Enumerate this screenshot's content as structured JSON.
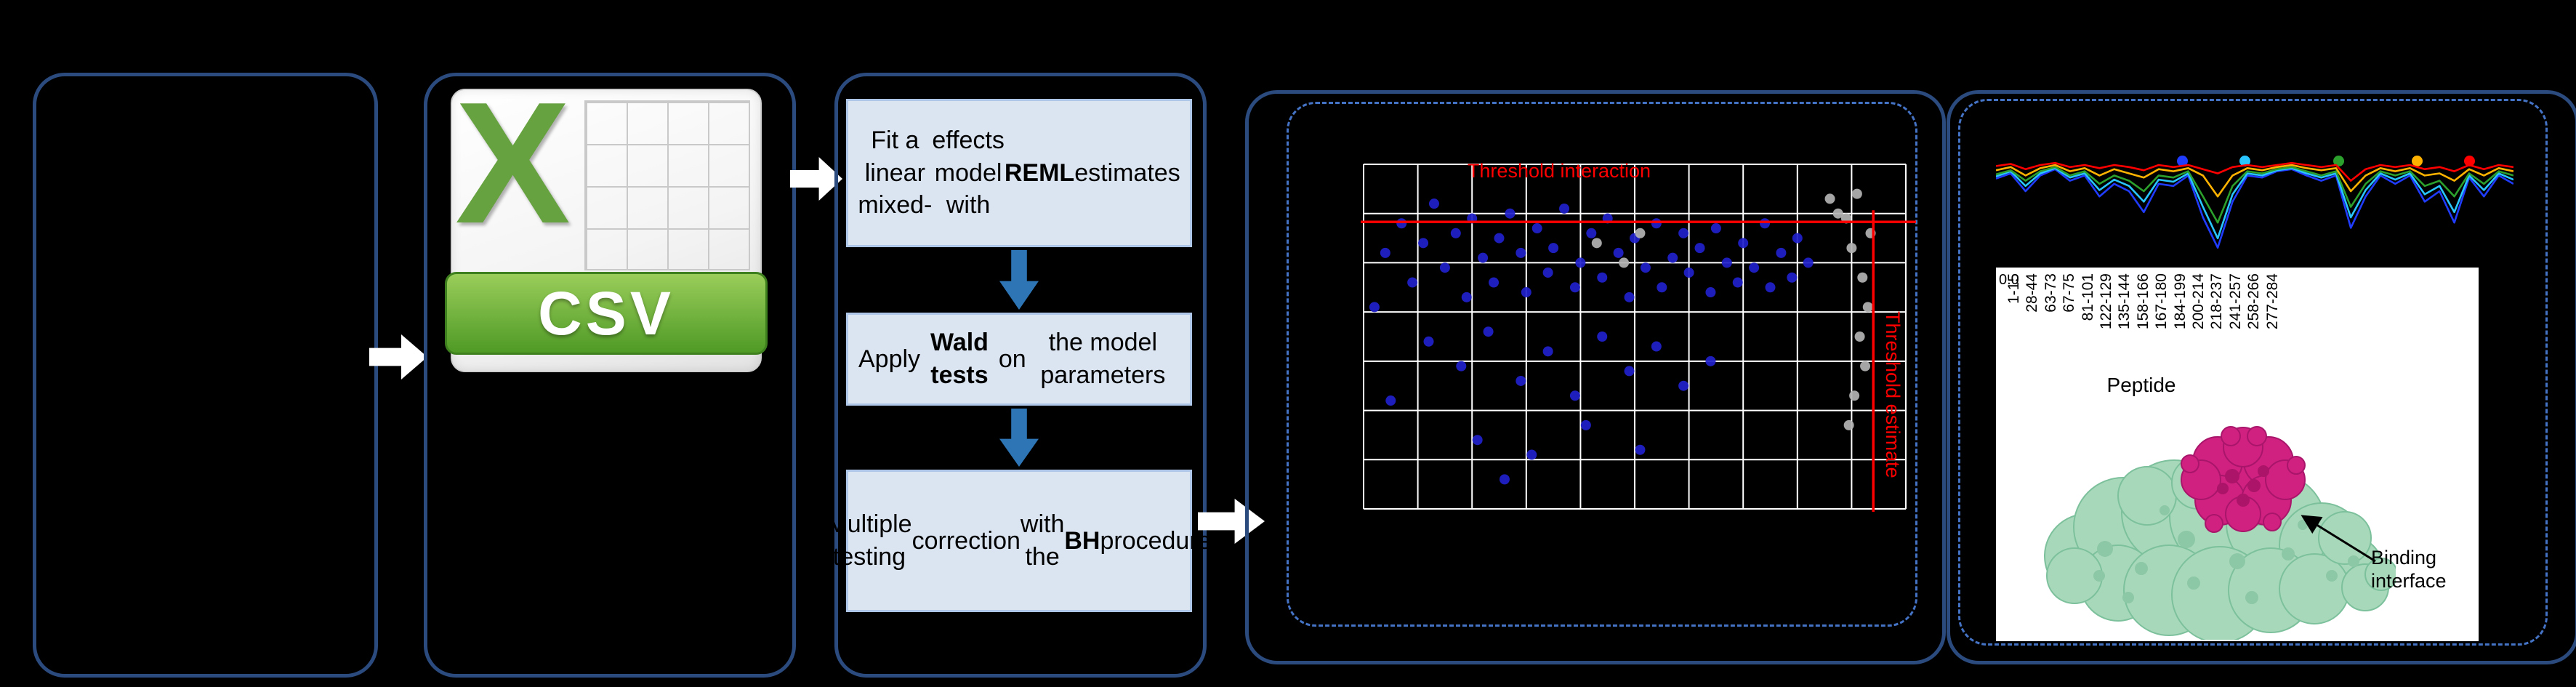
{
  "figure": {
    "csv_icon": {
      "letter": "X",
      "banner": "CSV"
    },
    "steps": [
      {
        "segments": [
          {
            "t": "Fit a linear mixed-"
          },
          {
            "br": true
          },
          {
            "t": "effects model with"
          },
          {
            "br": true
          },
          {
            "t": "REML",
            "b": true
          },
          {
            "t": " estimates"
          }
        ]
      },
      {
        "segments": [
          {
            "t": "Apply "
          },
          {
            "t": "Wald tests",
            "b": true
          },
          {
            "t": " on"
          },
          {
            "br": true
          },
          {
            "t": "the model parameters"
          }
        ]
      },
      {
        "segments": [
          {
            "t": "Multiple testing"
          },
          {
            "br": true
          },
          {
            "t": "correction"
          },
          {
            "br": true
          },
          {
            "t": "with the "
          },
          {
            "t": "BH",
            "b": true
          },
          {
            "t": " procedure"
          }
        ]
      }
    ],
    "binding_label": "Binding interface"
  },
  "chart_data": [
    {
      "type": "scatter",
      "title": "",
      "xlim": [
        0,
        10
      ],
      "ylim": [
        0,
        7
      ],
      "grid": true,
      "background": "#000000",
      "grid_color": "#ffffff",
      "series": [
        {
          "name": "blue_points",
          "color": "#2121cc",
          "points": [
            [
              0.2,
              4.1
            ],
            [
              0.4,
              5.2
            ],
            [
              0.7,
              5.8
            ],
            [
              0.9,
              4.6
            ],
            [
              1.1,
              5.4
            ],
            [
              1.3,
              6.2
            ],
            [
              1.5,
              4.9
            ],
            [
              1.7,
              5.6
            ],
            [
              1.9,
              4.3
            ],
            [
              2.0,
              5.9
            ],
            [
              2.2,
              5.1
            ],
            [
              2.4,
              4.6
            ],
            [
              2.5,
              5.5
            ],
            [
              2.7,
              6.0
            ],
            [
              2.9,
              5.2
            ],
            [
              3.0,
              4.4
            ],
            [
              3.2,
              5.7
            ],
            [
              3.4,
              4.8
            ],
            [
              3.5,
              5.3
            ],
            [
              3.7,
              6.1
            ],
            [
              3.9,
              4.5
            ],
            [
              4.0,
              5.0
            ],
            [
              4.2,
              5.6
            ],
            [
              4.4,
              4.7
            ],
            [
              4.5,
              5.9
            ],
            [
              4.7,
              5.2
            ],
            [
              4.9,
              4.3
            ],
            [
              5.0,
              5.5
            ],
            [
              5.2,
              4.9
            ],
            [
              5.4,
              5.8
            ],
            [
              5.5,
              4.5
            ],
            [
              5.7,
              5.1
            ],
            [
              5.9,
              5.6
            ],
            [
              6.0,
              4.8
            ],
            [
              6.2,
              5.3
            ],
            [
              6.4,
              4.4
            ],
            [
              6.5,
              5.7
            ],
            [
              6.7,
              5.0
            ],
            [
              6.9,
              4.6
            ],
            [
              7.0,
              5.4
            ],
            [
              7.2,
              4.9
            ],
            [
              7.4,
              5.8
            ],
            [
              7.5,
              4.5
            ],
            [
              7.7,
              5.2
            ],
            [
              7.9,
              4.7
            ],
            [
              8.0,
              5.5
            ],
            [
              8.2,
              5.0
            ],
            [
              1.2,
              3.4
            ],
            [
              1.8,
              2.9
            ],
            [
              2.3,
              3.6
            ],
            [
              2.9,
              2.6
            ],
            [
              3.4,
              3.2
            ],
            [
              3.9,
              2.3
            ],
            [
              4.4,
              3.5
            ],
            [
              4.9,
              2.8
            ],
            [
              5.4,
              3.3
            ],
            [
              5.9,
              2.5
            ],
            [
              6.4,
              3.0
            ],
            [
              2.1,
              1.4
            ],
            [
              3.1,
              1.1
            ],
            [
              4.1,
              1.7
            ],
            [
              5.1,
              1.2
            ],
            [
              2.6,
              0.6
            ],
            [
              0.5,
              2.2
            ]
          ]
        },
        {
          "name": "gray_points",
          "color": "#b3b3b3",
          "points": [
            [
              4.3,
              5.4
            ],
            [
              4.8,
              5.0
            ],
            [
              5.1,
              5.6
            ],
            [
              8.6,
              6.3
            ],
            [
              8.9,
              5.9
            ],
            [
              9.1,
              6.4
            ],
            [
              9.0,
              5.3
            ],
            [
              9.2,
              4.7
            ],
            [
              9.3,
              4.1
            ],
            [
              9.15,
              3.5
            ],
            [
              9.25,
              2.9
            ],
            [
              9.05,
              2.3
            ],
            [
              8.95,
              1.7
            ],
            [
              9.35,
              5.6
            ],
            [
              8.75,
              6.0
            ]
          ]
        }
      ],
      "thresholds": {
        "interaction_y": 5.83,
        "estimate_x": 9.4,
        "color": "#ff0000"
      },
      "annotations": [
        {
          "text": "Threshold interaction",
          "color": "#ff0000",
          "position": "top"
        },
        {
          "text": "Threshold estimate",
          "color": "#ff0000",
          "position": "right-vertical"
        }
      ]
    },
    {
      "type": "line",
      "title": "",
      "xlabel": "Peptide",
      "ylim": [
        0,
        1
      ],
      "y_ticks": [
        "0.0"
      ],
      "categories": [
        "1-15",
        "28-44",
        "63-73",
        "67-75",
        "81-101",
        "122-129",
        "135-144",
        "158-166",
        "167-180",
        "184-199",
        "200-214",
        "218-237",
        "241-257",
        "258-266",
        "277-284"
      ],
      "legend_markers": [
        "#1f3cff",
        "#29c5ff",
        "#2ca02c",
        "#ffb300",
        "#ff0000"
      ],
      "series": [
        {
          "name": "blue",
          "color": "#1f3cff",
          "values": [
            0.78,
            0.83,
            0.66,
            0.81,
            0.87,
            0.76,
            0.81,
            0.61,
            0.73,
            0.66,
            0.46,
            0.73,
            0.71,
            0.81,
            0.41,
            0.12,
            0.56,
            0.81,
            0.79,
            0.85,
            0.87,
            0.81,
            0.76,
            0.81,
            0.31,
            0.61,
            0.81,
            0.73,
            0.81,
            0.56,
            0.66,
            0.36,
            0.79,
            0.61,
            0.81,
            0.73
          ]
        },
        {
          "name": "cyan",
          "color": "#29c5ff",
          "values": [
            0.8,
            0.85,
            0.71,
            0.83,
            0.88,
            0.79,
            0.83,
            0.67,
            0.77,
            0.71,
            0.56,
            0.77,
            0.75,
            0.83,
            0.51,
            0.21,
            0.63,
            0.83,
            0.81,
            0.86,
            0.88,
            0.83,
            0.79,
            0.83,
            0.41,
            0.67,
            0.83,
            0.77,
            0.83,
            0.63,
            0.71,
            0.46,
            0.81,
            0.67,
            0.83,
            0.77
          ]
        },
        {
          "name": "green",
          "color": "#2ca02c",
          "values": [
            0.82,
            0.86,
            0.76,
            0.85,
            0.89,
            0.81,
            0.85,
            0.73,
            0.81,
            0.76,
            0.66,
            0.81,
            0.79,
            0.85,
            0.61,
            0.36,
            0.71,
            0.85,
            0.83,
            0.87,
            0.89,
            0.85,
            0.81,
            0.85,
            0.51,
            0.73,
            0.85,
            0.81,
            0.85,
            0.71,
            0.76,
            0.61,
            0.83,
            0.73,
            0.85,
            0.81
          ]
        },
        {
          "name": "yellow",
          "color": "#ffb300",
          "values": [
            0.86,
            0.89,
            0.81,
            0.88,
            0.91,
            0.85,
            0.88,
            0.81,
            0.87,
            0.83,
            0.79,
            0.87,
            0.85,
            0.88,
            0.81,
            0.61,
            0.81,
            0.88,
            0.86,
            0.89,
            0.91,
            0.88,
            0.86,
            0.88,
            0.66,
            0.81,
            0.88,
            0.85,
            0.88,
            0.81,
            0.83,
            0.76,
            0.87,
            0.81,
            0.88,
            0.85
          ]
        },
        {
          "name": "red",
          "color": "#ff0000",
          "values": [
            0.9,
            0.92,
            0.87,
            0.91,
            0.93,
            0.89,
            0.91,
            0.88,
            0.91,
            0.89,
            0.86,
            0.91,
            0.89,
            0.91,
            0.87,
            0.83,
            0.89,
            0.91,
            0.89,
            0.91,
            0.93,
            0.91,
            0.89,
            0.91,
            0.76,
            0.87,
            0.91,
            0.89,
            0.91,
            0.87,
            0.89,
            0.85,
            0.91,
            0.87,
            0.91,
            0.89
          ]
        }
      ]
    }
  ]
}
